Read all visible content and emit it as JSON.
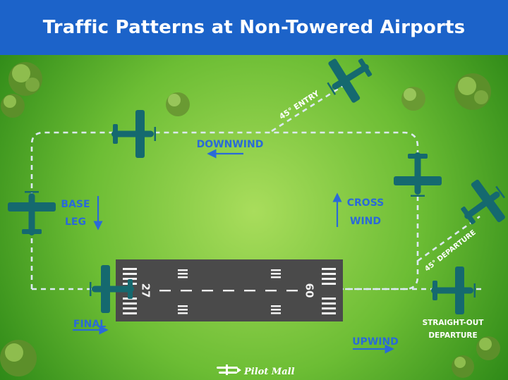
{
  "header": {
    "title": "Traffic Patterns at Non-Towered Airports"
  },
  "labels": {
    "downwind": "DOWNWIND",
    "base_line1": "BASE",
    "base_line2": "LEG",
    "cross_line1": "CROSS",
    "cross_line2": "WIND",
    "final": "FINAL",
    "upwind": "UPWIND",
    "entry": "45° ENTRY",
    "departure": "45° DEPARTURE",
    "straight_line1": "STRAIGHT-OUT",
    "straight_line2": "DEPARTURE"
  },
  "runway": {
    "left_number": "27",
    "right_number": "09"
  },
  "logo": {
    "text": "Pilot Mall"
  },
  "colors": {
    "header": "#1c63c9",
    "grass_center": "#a9dd5c",
    "grass_edge": "#2f8a18",
    "label_blue": "#2a6ad8",
    "aircraft": "#15696f",
    "runway": "#4a4a4a",
    "pattern_line": "#dce9f5"
  }
}
